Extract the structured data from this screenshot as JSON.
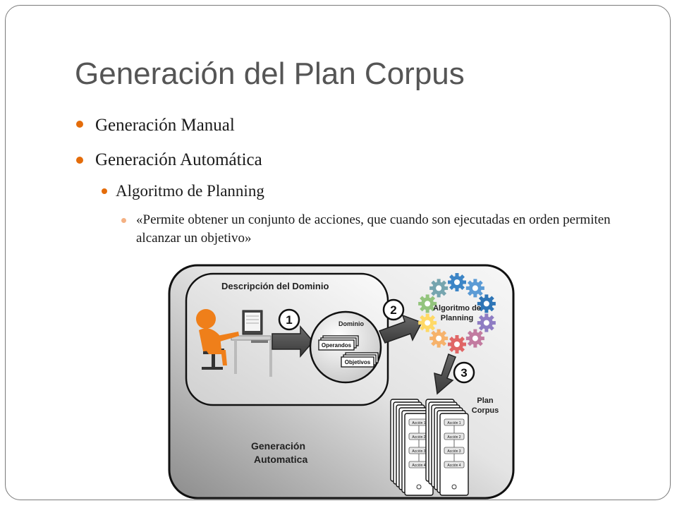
{
  "title": "Generación del Plan Corpus",
  "bullets": {
    "manual": "Generación Manual",
    "automatica": "Generación Automática",
    "algoritmo": "Algoritmo de Planning",
    "quote": "«Permite obtener un conjunto de acciones, que cuando son ejecutadas en orden permiten alcanzar un objetivo»"
  },
  "diagram": {
    "domain_title": "Descripción del Dominio",
    "dominio": "Dominio",
    "operandos": "Operandos",
    "objetivos": "Objetivos",
    "step1": "1",
    "step2": "2",
    "step3": "3",
    "algoritmo_line1": "Algoritmo de",
    "algoritmo_line2": "Planning",
    "plan_line1": "Plan",
    "plan_line2": "Corpus",
    "generacion_line1": "Generación",
    "generacion_line2": "Automatica",
    "accion1": "Acción 1",
    "accion2": "Acción 2",
    "accion3": "Acción 3",
    "accion4": "Acción 4"
  },
  "colors": {
    "bullet_l1": "#e46c0a",
    "bullet_l2": "#e46c0a",
    "bullet_l3": "#f4b183",
    "gear_colors": [
      "#3d85c6",
      "#5b9bd5",
      "#2e75b6",
      "#8e7cc3",
      "#c27ba0",
      "#e06666",
      "#f6b26b",
      "#ffd966",
      "#93c47d",
      "#76a5af"
    ]
  }
}
